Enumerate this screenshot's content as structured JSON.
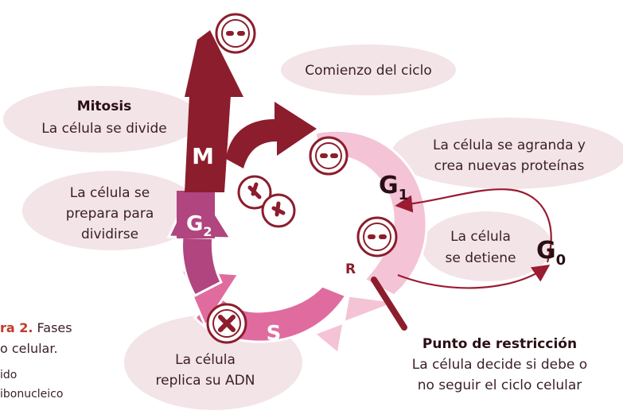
{
  "colors": {
    "mitosis_dark": "#8c1d2c",
    "g2_purple": "#b0457f",
    "s_pink": "#e06c9f",
    "g1_light": "#f4c3d6",
    "bubble": "#f3e4e8",
    "arrow_red": "#9b1b30",
    "figure_red": "#c0392b"
  },
  "labels": {
    "start": "Comienzo del ciclo",
    "mitosis_title": "Mitosis",
    "mitosis_desc": "La célula se divide",
    "g1_desc_1": "La célula se agranda y",
    "g1_desc_2": "crea nuevas proteínas",
    "g2_desc_1": "La célula se",
    "g2_desc_2": "prepara para",
    "g2_desc_3": "dividirse",
    "g0_desc_1": "La célula",
    "g0_desc_2": "se detiene",
    "s_desc_1": "La célula",
    "s_desc_2": "replica su ADN",
    "restriction_title": "Punto de restricción",
    "restriction_desc_1": "La célula decide si debe o",
    "restriction_desc_2": "no seguir el ciclo celular"
  },
  "phases": {
    "m": "M",
    "g1": "G",
    "g1_sub": "1",
    "g2": "G",
    "g2_sub": "2",
    "s": "S",
    "g0": "G",
    "g0_sub": "0",
    "r": "R"
  },
  "figure_caption": {
    "label": "ra 2.",
    "text_1": " Fases",
    "text_2": "o celular.",
    "text_3": "ido",
    "text_4": "ibonucleico"
  }
}
